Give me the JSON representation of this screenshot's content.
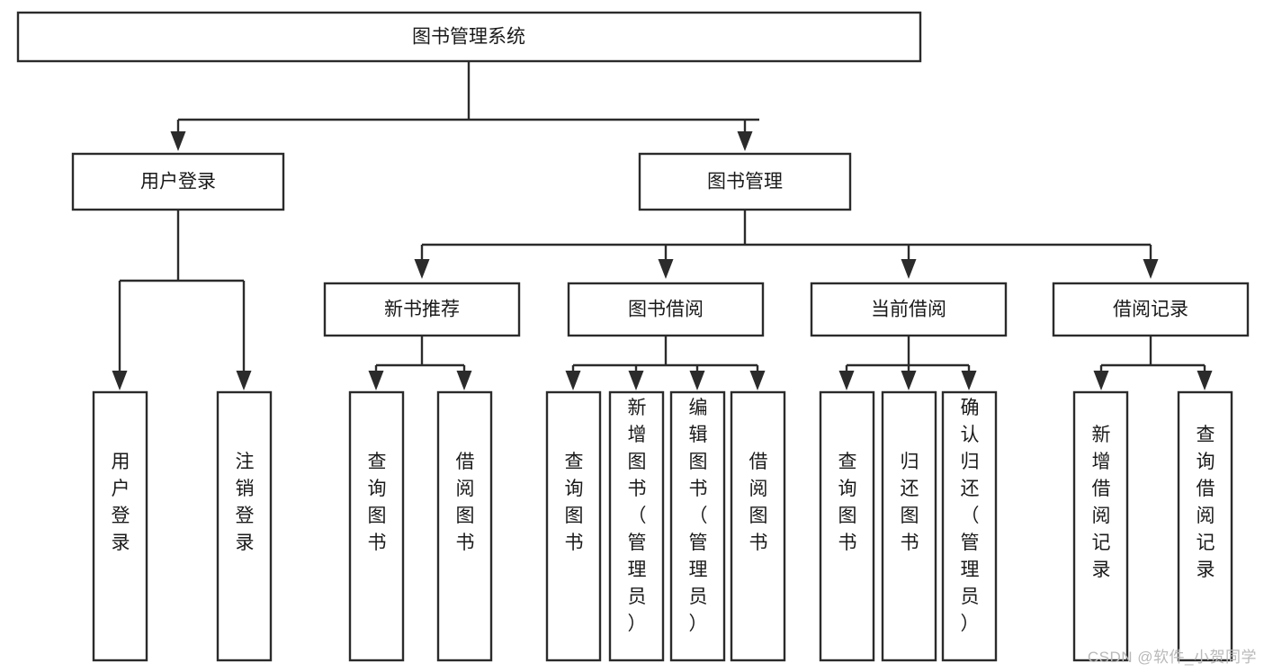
{
  "diagram": {
    "type": "tree-hierarchy",
    "title": "图书管理系统",
    "watermark": "CSDN @软件_小贺同学",
    "colors": {
      "box_stroke": "#2b2b2b",
      "box_fill": "#ffffff",
      "text": "#1a1a1a",
      "background": "#ffffff",
      "watermark": "#b9b9b9"
    },
    "levels": {
      "root": {
        "label": "图书管理系统",
        "orientation": "horizontal"
      },
      "level2": [
        {
          "label": "用户登录",
          "orientation": "horizontal"
        },
        {
          "label": "图书管理",
          "orientation": "horizontal"
        }
      ],
      "level3": [
        {
          "label": "新书推荐",
          "orientation": "horizontal",
          "parent": "图书管理"
        },
        {
          "label": "图书借阅",
          "orientation": "horizontal",
          "parent": "图书管理"
        },
        {
          "label": "当前借阅",
          "orientation": "horizontal",
          "parent": "图书管理"
        },
        {
          "label": "借阅记录",
          "orientation": "horizontal",
          "parent": "图书管理"
        }
      ],
      "leaves": [
        {
          "label": "用户登录",
          "orientation": "vertical",
          "parent": "用户登录"
        },
        {
          "label": "注销登录",
          "orientation": "vertical",
          "parent": "用户登录"
        },
        {
          "label": "查询图书",
          "orientation": "vertical",
          "parent": "新书推荐"
        },
        {
          "label": "借阅图书",
          "orientation": "vertical",
          "parent": "新书推荐"
        },
        {
          "label": "查询图书",
          "orientation": "vertical",
          "parent": "图书借阅"
        },
        {
          "label": "新增图书（管理员）",
          "orientation": "vertical",
          "parent": "图书借阅"
        },
        {
          "label": "编辑图书（管理员）",
          "orientation": "vertical",
          "parent": "图书借阅"
        },
        {
          "label": "借阅图书",
          "orientation": "vertical",
          "parent": "图书借阅"
        },
        {
          "label": "查询图书",
          "orientation": "vertical",
          "parent": "当前借阅"
        },
        {
          "label": "归还图书",
          "orientation": "vertical",
          "parent": "当前借阅"
        },
        {
          "label": "确认归还（管理员）",
          "orientation": "vertical",
          "parent": "当前借阅"
        },
        {
          "label": "新增借阅记录",
          "orientation": "vertical",
          "parent": "借阅记录"
        },
        {
          "label": "查询借阅记录",
          "orientation": "vertical",
          "parent": "借阅记录"
        }
      ]
    },
    "nodes": {
      "root": {
        "label": "图书管理系统"
      },
      "user_login": {
        "label": "用户登录"
      },
      "book_manage": {
        "label": "图书管理"
      },
      "new_book_rec": {
        "label": "新书推荐"
      },
      "book_borrow": {
        "label": "图书借阅"
      },
      "cur_borrow": {
        "label": "当前借阅"
      },
      "borrow_log": {
        "label": "借阅记录"
      },
      "leaf_user_login": {
        "label": "用户登录"
      },
      "leaf_user_logout": {
        "label": "注销登录"
      },
      "leaf_nbr_query": {
        "label": "查询图书"
      },
      "leaf_nbr_borrow": {
        "label": "借阅图书"
      },
      "leaf_bb_query": {
        "label": "查询图书"
      },
      "leaf_bb_add": {
        "label": "新增图书（管理员）"
      },
      "leaf_bb_edit": {
        "label": "编辑图书（管理员）"
      },
      "leaf_bb_borrow": {
        "label": "借阅图书"
      },
      "leaf_cb_query": {
        "label": "查询图书"
      },
      "leaf_cb_return": {
        "label": "归还图书"
      },
      "leaf_cb_confirm": {
        "label": "确认归还（管理员）"
      },
      "leaf_bl_add": {
        "label": "新增借阅记录"
      },
      "leaf_bl_query": {
        "label": "查询借阅记录"
      }
    }
  }
}
